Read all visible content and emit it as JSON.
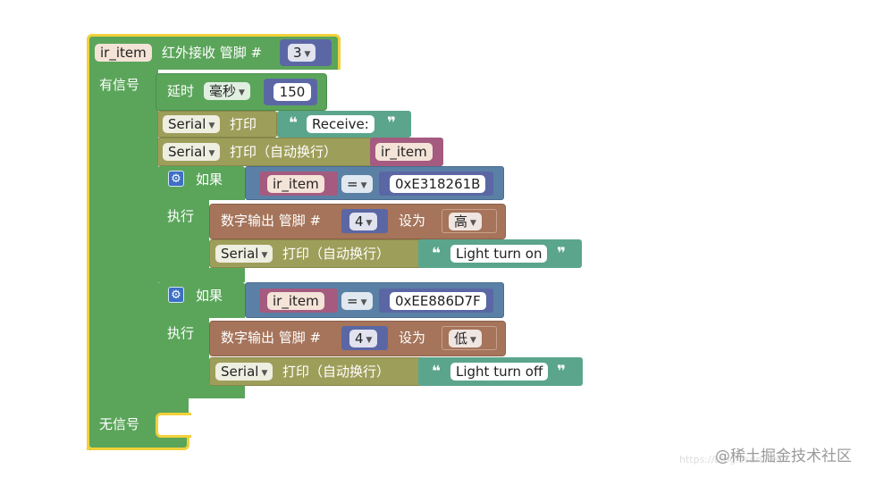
{
  "ir_block": {
    "var_name": "ir_item",
    "title": "红外接收 管脚 #",
    "pin": "3",
    "has_signal_label": "有信号",
    "no_signal_label": "无信号"
  },
  "delay_block": {
    "label": "延时",
    "unit": "毫秒",
    "value": "150"
  },
  "print_block_1": {
    "serial": "Serial",
    "label": "打印",
    "text": "Receive:"
  },
  "println_block_1": {
    "serial": "Serial",
    "label": "打印（自动换行）",
    "var_name": "ir_item"
  },
  "if_block_1": {
    "if_label": "如果",
    "do_label": "执行",
    "compare_var": "ir_item",
    "operator": "=",
    "compare_value": "0xE318261B",
    "digital_write": {
      "label": "数字输出 管脚 #",
      "pin": "4",
      "set_label": "设为",
      "level": "高"
    },
    "println": {
      "serial": "Serial",
      "label": "打印（自动换行）",
      "text": "Light turn on"
    }
  },
  "if_block_2": {
    "if_label": "如果",
    "do_label": "执行",
    "compare_var": "ir_item",
    "operator": "=",
    "compare_value": "0xEE886D7F",
    "digital_write": {
      "label": "数字输出 管脚 #",
      "pin": "4",
      "set_label": "设为",
      "level": "低"
    },
    "println": {
      "serial": "Serial",
      "label": "打印（自动换行）",
      "text": "Light turn off"
    }
  },
  "watermark": {
    "brand": "@稀土掘金技术社区",
    "url": "https://blog.csdn.net/..."
  },
  "colors": {
    "ir_block": "#5ba55b",
    "ir_border": "#f2d13a",
    "serial": "#9e9e5b",
    "text": "#5ba58c",
    "logic_compare": "#5b80a5",
    "variable": "#a55b80",
    "digital": "#a5745b",
    "hex_value": "#5b67a5",
    "pin_value": "#5b67a5"
  }
}
